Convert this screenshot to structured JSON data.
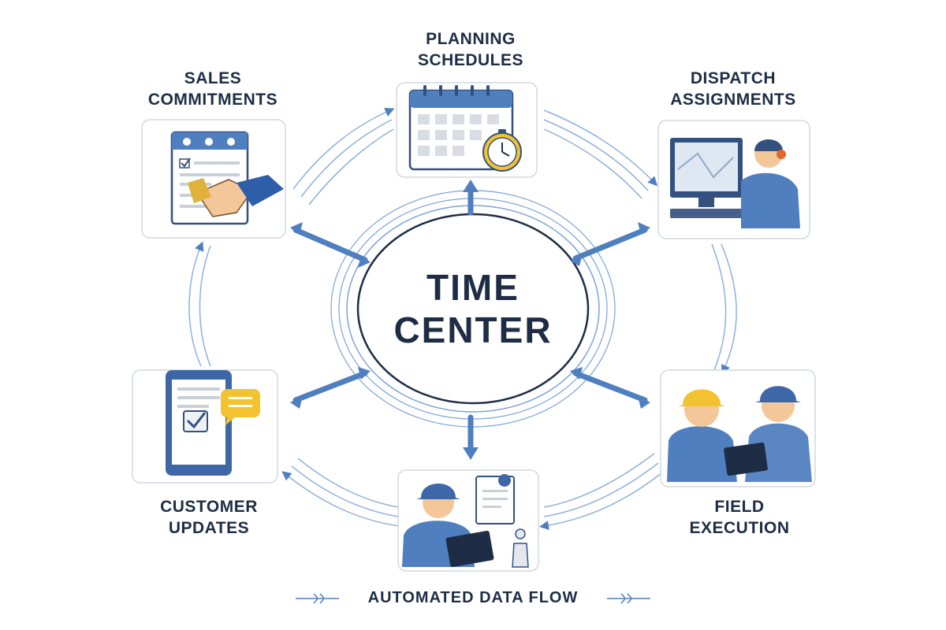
{
  "center": {
    "line1": "TIME",
    "line2": "CENTER"
  },
  "nodes": [
    {
      "id": "planning",
      "line1": "PLANNING",
      "line2": "SCHEDULES"
    },
    {
      "id": "sales",
      "line1": "SALES",
      "line2": "COMMITMENTS"
    },
    {
      "id": "dispatch",
      "line1": "DISPATCH",
      "line2": "ASSIGNMENTS"
    },
    {
      "id": "customer",
      "line1": "CUSTOMER",
      "line2": "UPDATES"
    },
    {
      "id": "field",
      "line1": "FIELD",
      "line2": "EXECUTION"
    }
  ],
  "footer": {
    "label": "AUTOMATED DATA FLOW"
  },
  "colors": {
    "ink": "#1e2d45",
    "accent_blue": "#4f7fbf",
    "light_blue": "#a9c3e6",
    "hardhat_yellow": "#f2c230",
    "panel_border": "#d4d8de"
  },
  "icons": [
    "calendar-icon",
    "clock-icon",
    "contract-icon",
    "handshake-icon",
    "dispatcher-icon",
    "tablet-icon",
    "chat-bubble-icon",
    "checkmark-icon",
    "field-workers-icon",
    "technician-icon"
  ]
}
